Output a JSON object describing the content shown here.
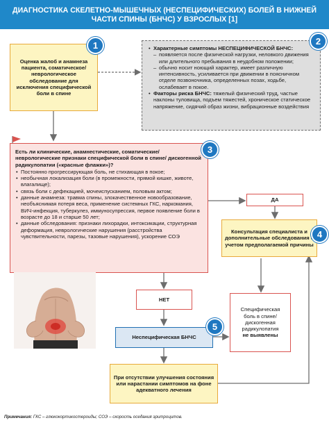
{
  "title": "ДИАГНОСТИКА СКЕЛЕТНО-МЫШЕЧНЫХ (НЕСПЕЦИФИЧЕСКИХ) БОЛЕЙ В НИЖНЕЙ ЧАСТИ СПИНЫ (БНЧС) У ВЗРОСЛЫХ [1]",
  "step1": {
    "number": "1",
    "text": "Оценка жалоб и анамнеза пациента, соматическое/ неврологическое обследование для исключения специфической боли в спине"
  },
  "step2": {
    "number": "2",
    "heading1": "Характерные симптомы НЕСПЕЦИФИЧЕСКОЙ БНЧС:",
    "items1": [
      "появляется после физической нагрузки, неловкого движения или длительного пребывания в неудобном положении;",
      "обычно носит ноющий характер, имеет различную интенсивность, усиливается при движении в поясничном отделе позвоночника, определенных позах, ходьбе, ослабевает в покое."
    ],
    "heading2": "Факторы риска БНЧС:",
    "text2": " тяжелый физический труд, частые наклоны туловища, подъем тяжестей, хроническое статическое напряжение, сидячий образ жизни, вибрационные воздействия"
  },
  "step3": {
    "number": "3",
    "question": "Есть ли клинические, анамнестические, соматические/ неврологические признаки специфической боли в спине/ дискогенной радикулопатии («красные флажки»)?",
    "items": [
      "Постоянно прогрессирующая боль, не стихающая в покое;",
      "необычная локализация боли (в промежности, прямой кишке, животе, влагалище);",
      "связь боли с дефекацией, мочеиспусканием, половым актом;",
      "данные анамнеза: травма спины, злокачественное новообразование, необъяснимая потеря веса, применение системных ГКС, наркомания, ВИЧ-инфекция, туберкулез, иммуносупрессия, первое появление боли в возрасте до 18 и старше 50 лет;",
      "данные обследования: признаки лихорадки, интоксикации, структурная деформация, неврологические нарушения (расстройства чувствительности, парезы, тазовые нарушения), ускорение СОЭ"
    ]
  },
  "yes_label": "ДА",
  "no_label": "НЕТ",
  "step4": {
    "number": "4",
    "text": "Консультация специалиста и дополнительные обследования с учетом предполагаемой причины"
  },
  "step5": {
    "number": "5",
    "text": "Неспецифическая БНЧС"
  },
  "specific_box": {
    "text": "Специфическая боль в спине/ дискогенная радикулопатия",
    "bold": "не выявлены"
  },
  "final_box": {
    "text": "При отсутствии улучшения состояния или нарастании симптомов на фоне адекватного лечения"
  },
  "footnote": {
    "label": "Примечания:",
    "text": " ГКС – глюкокортикостероиды; СОЭ – скорость оседания эритроцитов."
  },
  "colors": {
    "header": "#1f88c9",
    "badge": "#1f78c1",
    "flag": "#d9534f",
    "yellow_fill": "#fdf5c2",
    "pink_fill": "#fbe3e1",
    "blue_fill": "#dbe7f3"
  }
}
